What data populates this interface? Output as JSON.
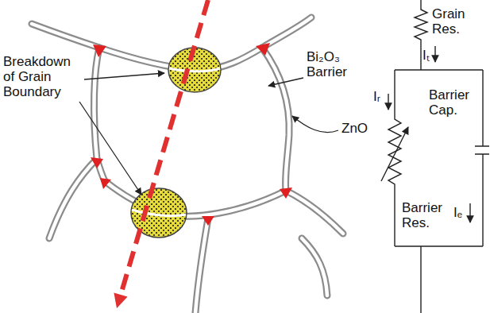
{
  "diagram": {
    "labels": [
      "Breakdown of Grain Boundary",
      "Bi₂O₃ Barrier",
      "ZnO",
      "Grain Res.",
      "Iₜ",
      "Iᵣ",
      "Barrier Cap.",
      "Barrier Res.",
      "Iₑ"
    ]
  }
}
